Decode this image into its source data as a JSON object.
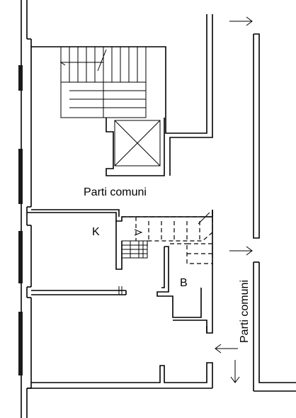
{
  "labels": {
    "common_area_main": "Parti comuni",
    "common_area_vertical": "Parti comuni",
    "room_kitchen": "K",
    "room_bath": "B"
  },
  "colors": {
    "line": "#000000",
    "background": "#ffffff"
  }
}
